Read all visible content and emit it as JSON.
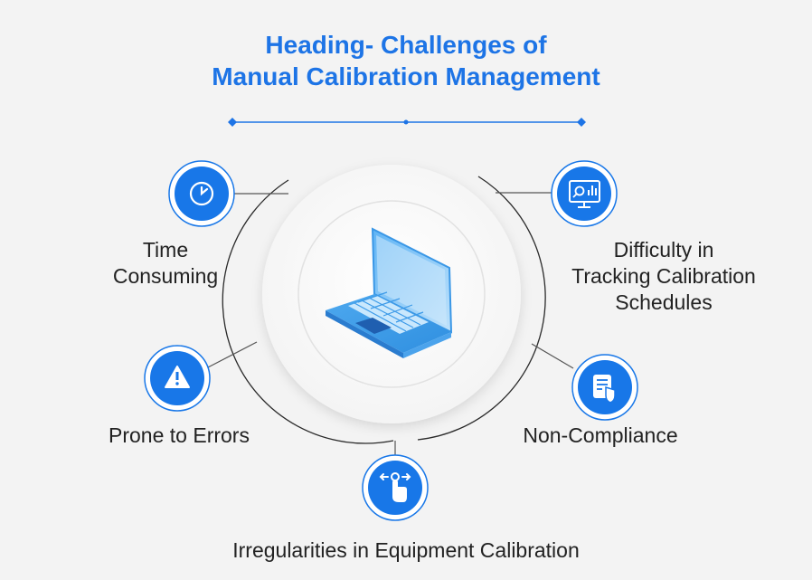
{
  "heading": {
    "line1": "Heading- Challenges of",
    "line2": "Manual Calibration Management"
  },
  "colors": {
    "accent": "#1d74e6",
    "icon_fill": "#1877e8",
    "background": "#f3f3f3",
    "text": "#222222"
  },
  "items": [
    {
      "id": "time",
      "icon": "clock-icon",
      "lines": [
        "Time",
        "Consuming"
      ]
    },
    {
      "id": "errors",
      "icon": "warning-icon",
      "lines": [
        "Prone to Errors"
      ]
    },
    {
      "id": "irregularities",
      "icon": "touch-hand-icon",
      "lines": [
        "Irregularities in Equipment Calibration"
      ]
    },
    {
      "id": "noncompliance",
      "icon": "document-shield-icon",
      "lines": [
        "Non-Compliance"
      ]
    },
    {
      "id": "tracking",
      "icon": "monitor-search-icon",
      "lines": [
        "Difficulty in",
        "Tracking Calibration",
        "Schedules"
      ]
    }
  ],
  "center_icon": "laptop-icon"
}
